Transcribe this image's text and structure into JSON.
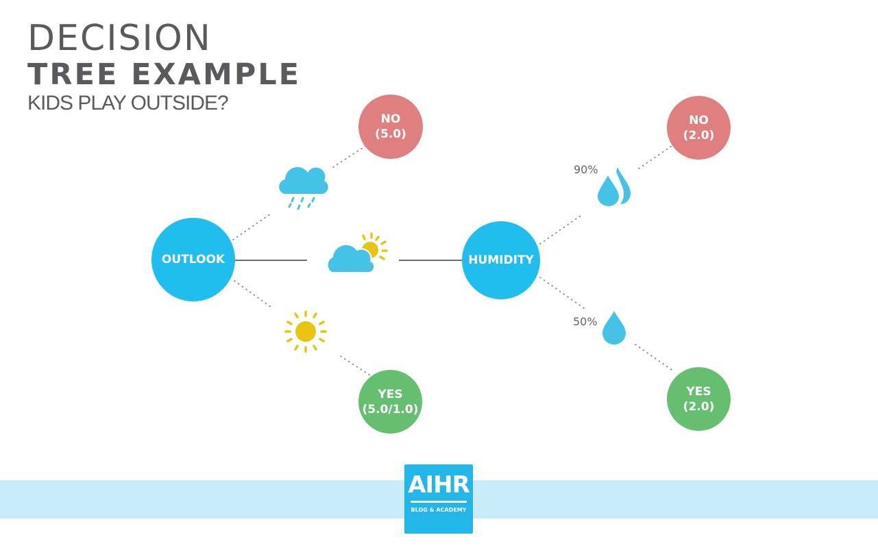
{
  "title": {
    "line1": "DECISION",
    "line2": "TREE EXAMPLE",
    "line3": "KIDS PLAY OUTSIDE?"
  },
  "nodes": {
    "outlook": {
      "label": "OUTLOOK"
    },
    "humidity": {
      "label": "HUMIDITY"
    },
    "leaf_rain_no": {
      "label": "NO",
      "value": "(5.0)"
    },
    "leaf_sunny_yes": {
      "label": "YES",
      "value": "(5.0/1.0)"
    },
    "leaf_high_no": {
      "label": "NO",
      "value": "(2.0)"
    },
    "leaf_normal_yes": {
      "label": "YES",
      "value": "(2.0)"
    }
  },
  "edges": {
    "outlook_rain": {
      "icon": "rain-cloud-icon"
    },
    "outlook_overcast": {
      "icon": "partly-cloudy-icon"
    },
    "outlook_sunny": {
      "icon": "sun-icon"
    },
    "humidity_high": {
      "icon": "two-drops-icon",
      "label": "90%"
    },
    "humidity_normal": {
      "icon": "drop-icon",
      "label": "50%"
    }
  },
  "footer": {
    "logo_text": "AIHR",
    "logo_sub": "BLOG & ACADEMY"
  },
  "colors": {
    "decision": "#20bdef",
    "no": "#e07f7f",
    "yes": "#66bf70",
    "icon_blue": "#45c3e6",
    "sun_yellow": "#e8c510",
    "band": "#c9ecfa",
    "title": "#5a5a5c"
  }
}
